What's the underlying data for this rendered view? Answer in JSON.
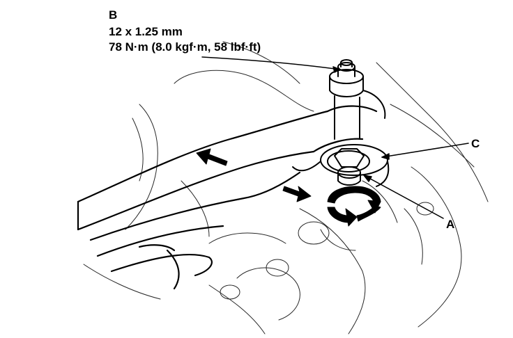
{
  "callouts": {
    "b": {
      "letter": "B",
      "size": "12 x 1.25 mm",
      "torque": "78 N·m (8.0 kgf·m, 58 lbf·ft)"
    },
    "c": {
      "letter": "C"
    },
    "a": {
      "letter": "A"
    }
  },
  "colors": {
    "ink": "#000000",
    "background": "#ffffff"
  }
}
